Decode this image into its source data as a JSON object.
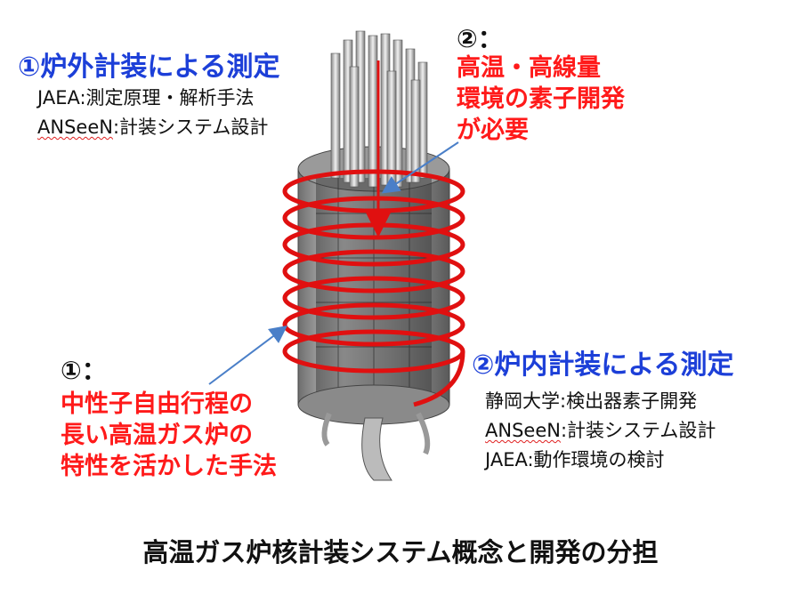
{
  "outer": {
    "heading": "①炉外計装による測定",
    "lines": [
      {
        "org": "JAEA",
        "task": ":測定原理・解析手法"
      },
      {
        "org": "ANSeeN",
        "task": ":計装システム設計"
      }
    ]
  },
  "callout2": {
    "label": "②：",
    "lines": [
      "高温・高線量",
      "環境の素子開発",
      "が必要"
    ]
  },
  "callout1": {
    "label": "①：",
    "lines": [
      "中性子自由行程の",
      "長い高温ガス炉の",
      "特性を活かした手法"
    ]
  },
  "inner": {
    "heading": "②炉内計装による測定",
    "lines": [
      {
        "org": "静岡大学",
        "task": ":検出器素子開発"
      },
      {
        "org": "ANSeeN",
        "task": ":計装システム設計"
      },
      {
        "org": "JAEA",
        "task": ":動作環境の検討"
      }
    ]
  },
  "caption": "高温ガス炉核計装システム概念と開発の分担",
  "colors": {
    "heading": "#1c3fd8",
    "emphasis": "#ff1a1a",
    "coil": "#e01010",
    "arrow": "#4a7fc8"
  }
}
